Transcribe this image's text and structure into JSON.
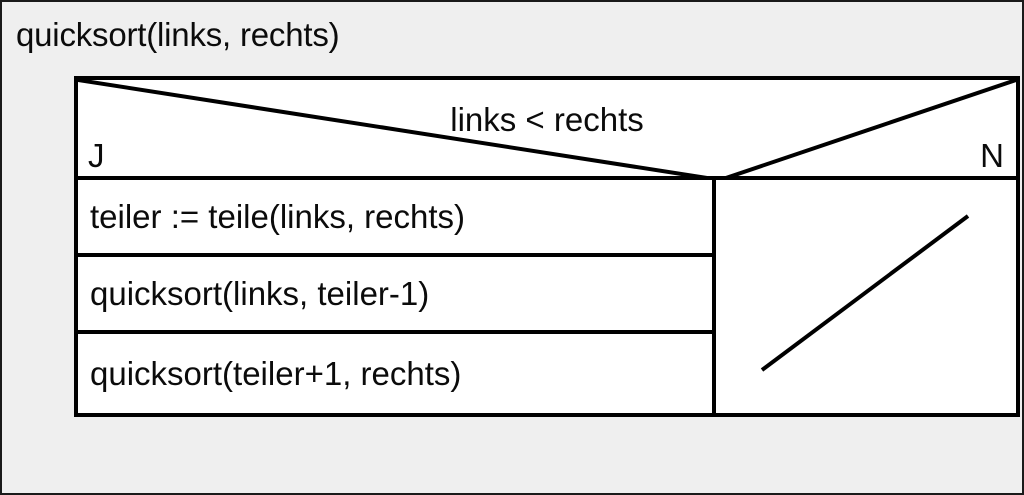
{
  "diagram": {
    "type": "nassi-shneiderman-structogram",
    "language": "de",
    "title": "quicksort(links, rechts)",
    "background_color": "#efefef",
    "box_background_color": "#ffffff",
    "line_color": "#000000",
    "text_color": "#0b0b0b",
    "decision": {
      "condition": "links < rechts",
      "yes_label": "J",
      "no_label": "N"
    },
    "yes_branch": {
      "statements": [
        {
          "text": "teiler := teile(links, rechts)"
        },
        {
          "text": "quicksort(links, teiler-1)"
        },
        {
          "text": "quicksort(teiler+1, rechts)"
        }
      ]
    },
    "no_branch": {
      "statements": [],
      "empty_marker": "diagonal-line"
    }
  }
}
